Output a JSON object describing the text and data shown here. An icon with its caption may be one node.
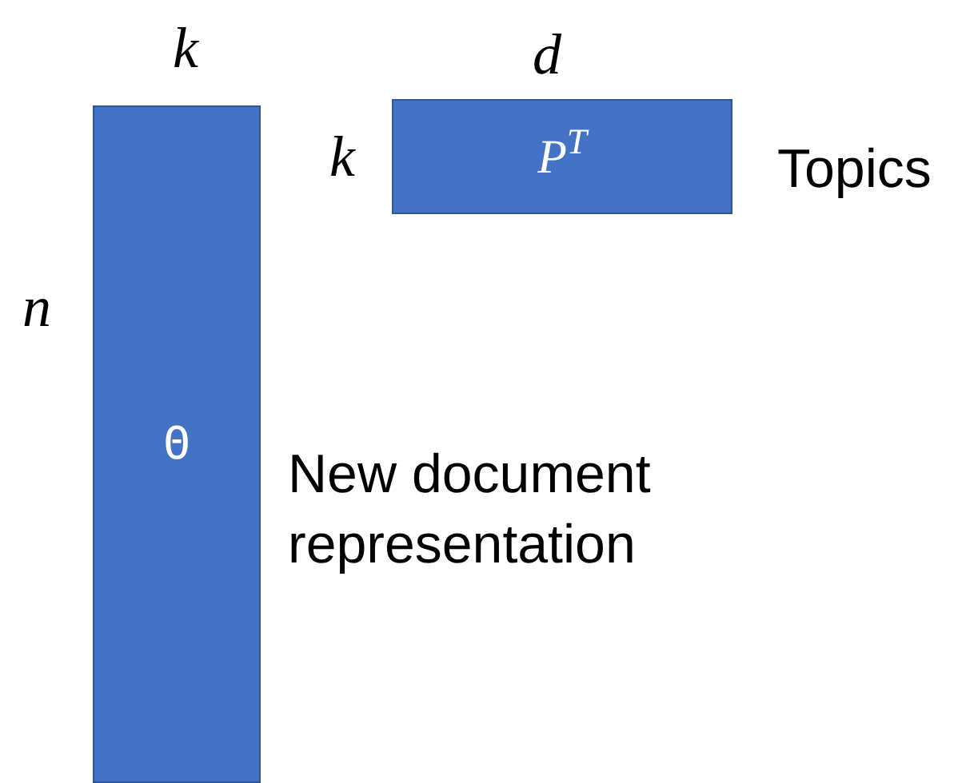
{
  "diagram": {
    "nodes": [
      {
        "text": [
          "Θ"
        ],
        "beside": [
          "New document representation"
        ]
      },
      {
        "text": [
          "P$^{T}$"
        ],
        "beside": [
          "Topics"
        ]
      }
    ],
    "labels": [
      "k",
      "d",
      "k",
      "n"
    ]
  }
}
